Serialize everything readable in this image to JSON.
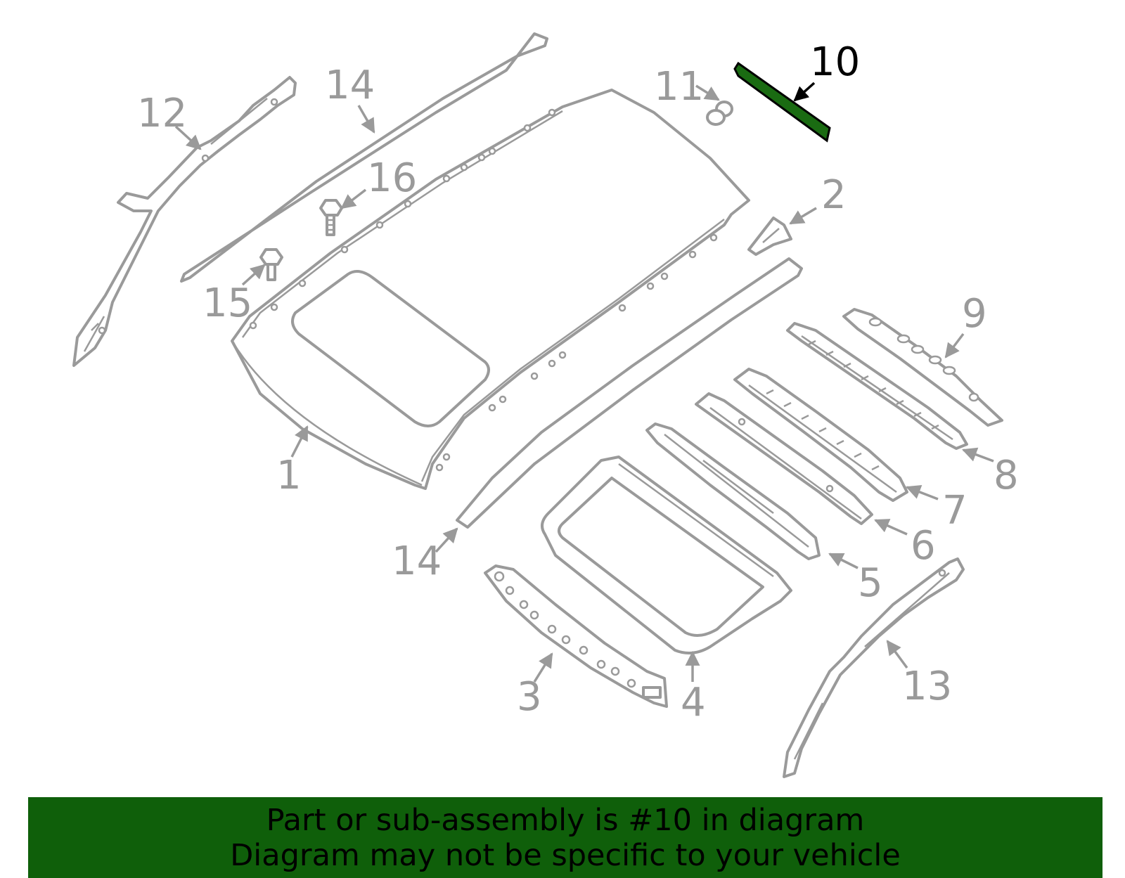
{
  "banner": {
    "line1": "Part or sub-assembly is #10 in diagram",
    "line2": "Diagram may not be specific to your vehicle",
    "background": "#0f5f0a"
  },
  "highlight": {
    "part_number": "10",
    "color": "#1a6b12"
  },
  "callouts": {
    "c1": "1",
    "c2": "2",
    "c3": "3",
    "c4": "4",
    "c5": "5",
    "c6": "6",
    "c7": "7",
    "c8": "8",
    "c9": "9",
    "c10": "10",
    "c11": "11",
    "c12": "12",
    "c13": "13",
    "c14a": "14",
    "c14b": "14",
    "c15": "15",
    "c16": "16"
  }
}
